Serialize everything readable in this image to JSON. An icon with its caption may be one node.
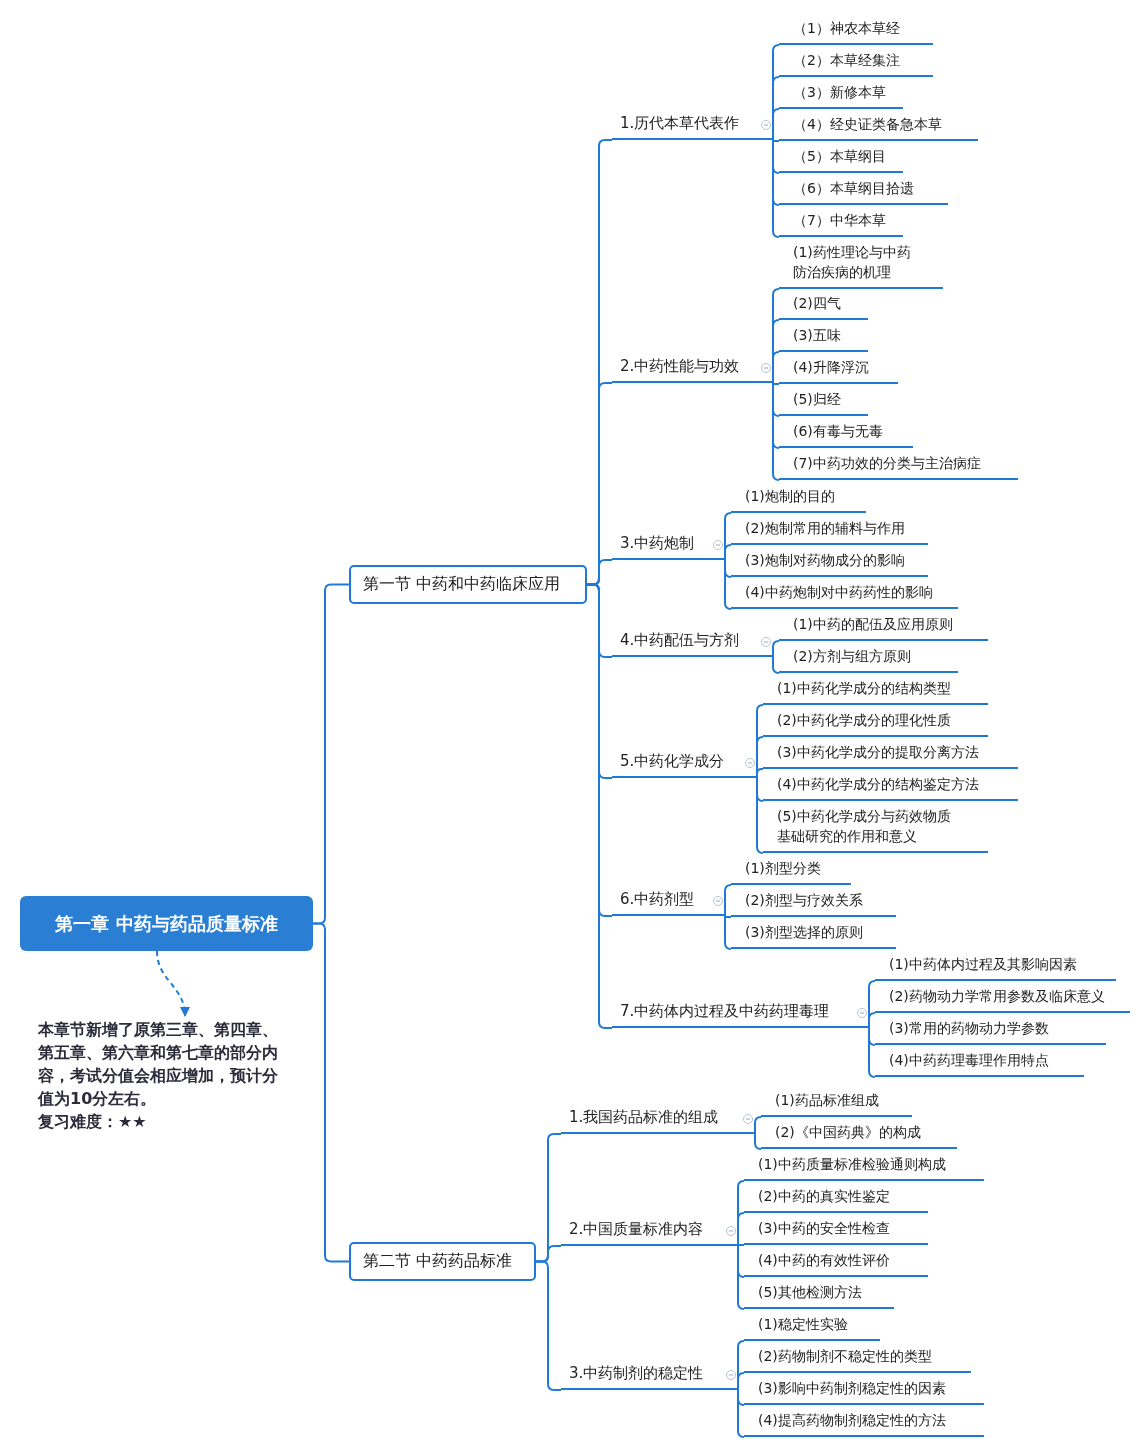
{
  "diagram": {
    "nodes": [
      {
        "text": [
          "第一章 中药与药品质量标准"
        ]
      },
      {
        "text": [
          "本章节新增了原第三章、第四章、第五章、第六章和第七章的部分内容，考试分值会相应增加，预计分值为10分左右。",
          "复习难度：★★"
        ]
      },
      {
        "text": [
          "第一节 中药和中药临床应用"
        ]
      },
      {
        "text": [
          "1.历代本草代表作"
        ]
      },
      {
        "text": [
          "（1）神农本草经"
        ]
      },
      {
        "text": [
          "（2）本草经集注"
        ]
      },
      {
        "text": [
          "（3）新修本草"
        ]
      },
      {
        "text": [
          "（4）经史证类备急本草"
        ]
      },
      {
        "text": [
          "（5）本草纲目"
        ]
      },
      {
        "text": [
          "（6）本草纲目拾遗"
        ]
      },
      {
        "text": [
          "（7）中华本草"
        ]
      },
      {
        "text": [
          "2.中药性能与功效"
        ]
      },
      {
        "text": [
          "(1)药性理论与中药防治疾病的机理"
        ]
      },
      {
        "text": [
          "(2)四气"
        ]
      },
      {
        "text": [
          "(3)五味"
        ]
      },
      {
        "text": [
          "(4)升降浮沉"
        ]
      },
      {
        "text": [
          "(5)归经"
        ]
      },
      {
        "text": [
          "(6)有毒与无毒"
        ]
      },
      {
        "text": [
          "(7)中药功效的分类与主治病症"
        ]
      },
      {
        "text": [
          "3.中药炮制"
        ]
      },
      {
        "text": [
          "(1)炮制的目的"
        ]
      },
      {
        "text": [
          "(2)炮制常用的辅料与作用"
        ]
      },
      {
        "text": [
          "(3)炮制对药物成分的影响"
        ]
      },
      {
        "text": [
          "(4)中药炮制对中药药性的影响"
        ]
      },
      {
        "text": [
          "4.中药配伍与方剂"
        ]
      },
      {
        "text": [
          "(1)中药的配伍及应用原则"
        ]
      },
      {
        "text": [
          "(2)方剂与组方原则"
        ]
      },
      {
        "text": [
          "5.中药化学成分"
        ]
      },
      {
        "text": [
          "(1)中药化学成分的结构类型"
        ]
      },
      {
        "text": [
          "(2)中药化学成分的理化性质"
        ]
      },
      {
        "text": [
          "(3)中药化学成分的提取分离方法"
        ]
      },
      {
        "text": [
          "(4)中药化学成分的结构鉴定方法"
        ]
      },
      {
        "text": [
          "(5)中药化学成分与药效物质基础研究的作用和意义"
        ]
      },
      {
        "text": [
          "6.中药剂型"
        ]
      },
      {
        "text": [
          "(1)剂型分类"
        ]
      },
      {
        "text": [
          "(2)剂型与疗效关系"
        ]
      },
      {
        "text": [
          "(3)剂型选择的原则"
        ]
      },
      {
        "text": [
          "7.中药体内过程及中药药理毒理"
        ]
      },
      {
        "text": [
          "(1)中药体内过程及其影响因素"
        ]
      },
      {
        "text": [
          "(2)药物动力学常用参数及临床意义"
        ]
      },
      {
        "text": [
          "(3)常用的药物动力学参数"
        ]
      },
      {
        "text": [
          "(4)中药药理毒理作用特点"
        ]
      },
      {
        "text": [
          "第二节 中药药品标准"
        ]
      },
      {
        "text": [
          "1.我国药品标准的组成"
        ]
      },
      {
        "text": [
          "(1)药品标准组成"
        ]
      },
      {
        "text": [
          "(2)《中国药典》的构成"
        ]
      },
      {
        "text": [
          "2.中国质量标准内容"
        ]
      },
      {
        "text": [
          "(1)中药质量标准检验通则构成"
        ]
      },
      {
        "text": [
          "(2)中药的真实性鉴定"
        ]
      },
      {
        "text": [
          "(3)中药的安全性检查"
        ]
      },
      {
        "text": [
          "(4)中药的有效性评价"
        ]
      },
      {
        "text": [
          "(5)其他检测方法"
        ]
      },
      {
        "text": [
          "3.中药制剂的稳定性"
        ]
      },
      {
        "text": [
          "(1)稳定性实验"
        ]
      },
      {
        "text": [
          "(2)药物制剂不稳定性的类型"
        ]
      },
      {
        "text": [
          "(3)影响中药制剂稳定性的因素"
        ]
      },
      {
        "text": [
          "(4)提高药物制剂稳定性的方法"
        ]
      }
    ],
    "edges": [
      {
        "from": 0,
        "to": 1,
        "arrow": "to",
        "style": "dashed"
      },
      {
        "from": 0,
        "to": 2,
        "arrow": "none"
      },
      {
        "from": 0,
        "to": 42,
        "arrow": "none"
      },
      {
        "from": 2,
        "to": 3,
        "arrow": "none"
      },
      {
        "from": 3,
        "to": 4,
        "arrow": "none"
      },
      {
        "from": 3,
        "to": 5,
        "arrow": "none"
      },
      {
        "from": 3,
        "to": 6,
        "arrow": "none"
      },
      {
        "from": 3,
        "to": 7,
        "arrow": "none"
      },
      {
        "from": 3,
        "to": 8,
        "arrow": "none"
      },
      {
        "from": 3,
        "to": 9,
        "arrow": "none"
      },
      {
        "from": 3,
        "to": 10,
        "arrow": "none"
      },
      {
        "from": 2,
        "to": 11,
        "arrow": "none"
      },
      {
        "from": 11,
        "to": 12,
        "arrow": "none"
      },
      {
        "from": 11,
        "to": 13,
        "arrow": "none"
      },
      {
        "from": 11,
        "to": 14,
        "arrow": "none"
      },
      {
        "from": 11,
        "to": 15,
        "arrow": "none"
      },
      {
        "from": 11,
        "to": 16,
        "arrow": "none"
      },
      {
        "from": 11,
        "to": 17,
        "arrow": "none"
      },
      {
        "from": 11,
        "to": 18,
        "arrow": "none"
      },
      {
        "from": 2,
        "to": 19,
        "arrow": "none"
      },
      {
        "from": 19,
        "to": 20,
        "arrow": "none"
      },
      {
        "from": 19,
        "to": 21,
        "arrow": "none"
      },
      {
        "from": 19,
        "to": 22,
        "arrow": "none"
      },
      {
        "from": 19,
        "to": 23,
        "arrow": "none"
      },
      {
        "from": 2,
        "to": 24,
        "arrow": "none"
      },
      {
        "from": 24,
        "to": 25,
        "arrow": "none"
      },
      {
        "from": 24,
        "to": 26,
        "arrow": "none"
      },
      {
        "from": 2,
        "to": 27,
        "arrow": "none"
      },
      {
        "from": 27,
        "to": 28,
        "arrow": "none"
      },
      {
        "from": 27,
        "to": 29,
        "arrow": "none"
      },
      {
        "from": 27,
        "to": 30,
        "arrow": "none"
      },
      {
        "from": 27,
        "to": 31,
        "arrow": "none"
      },
      {
        "from": 27,
        "to": 32,
        "arrow": "none"
      },
      {
        "from": 2,
        "to": 33,
        "arrow": "none"
      },
      {
        "from": 33,
        "to": 34,
        "arrow": "none"
      },
      {
        "from": 33,
        "to": 35,
        "arrow": "none"
      },
      {
        "from": 33,
        "to": 36,
        "arrow": "none"
      },
      {
        "from": 2,
        "to": 37,
        "arrow": "none"
      },
      {
        "from": 37,
        "to": 38,
        "arrow": "none"
      },
      {
        "from": 37,
        "to": 39,
        "arrow": "none"
      },
      {
        "from": 37,
        "to": 40,
        "arrow": "none"
      },
      {
        "from": 37,
        "to": 41,
        "arrow": "none"
      },
      {
        "from": 42,
        "to": 43,
        "arrow": "none"
      },
      {
        "from": 43,
        "to": 44,
        "arrow": "none"
      },
      {
        "from": 43,
        "to": 45,
        "arrow": "none"
      },
      {
        "from": 42,
        "to": 46,
        "arrow": "none"
      },
      {
        "from": 46,
        "to": 47,
        "arrow": "none"
      },
      {
        "from": 46,
        "to": 48,
        "arrow": "none"
      },
      {
        "from": 46,
        "to": 49,
        "arrow": "none"
      },
      {
        "from": 46,
        "to": 50,
        "arrow": "none"
      },
      {
        "from": 46,
        "to": 51,
        "arrow": "none"
      },
      {
        "from": 42,
        "to": 52,
        "arrow": "none"
      },
      {
        "from": 52,
        "to": 53,
        "arrow": "none"
      },
      {
        "from": 52,
        "to": 54,
        "arrow": "none"
      },
      {
        "from": 52,
        "to": 55,
        "arrow": "none"
      },
      {
        "from": 52,
        "to": 56,
        "arrow": "none"
      }
    ]
  }
}
